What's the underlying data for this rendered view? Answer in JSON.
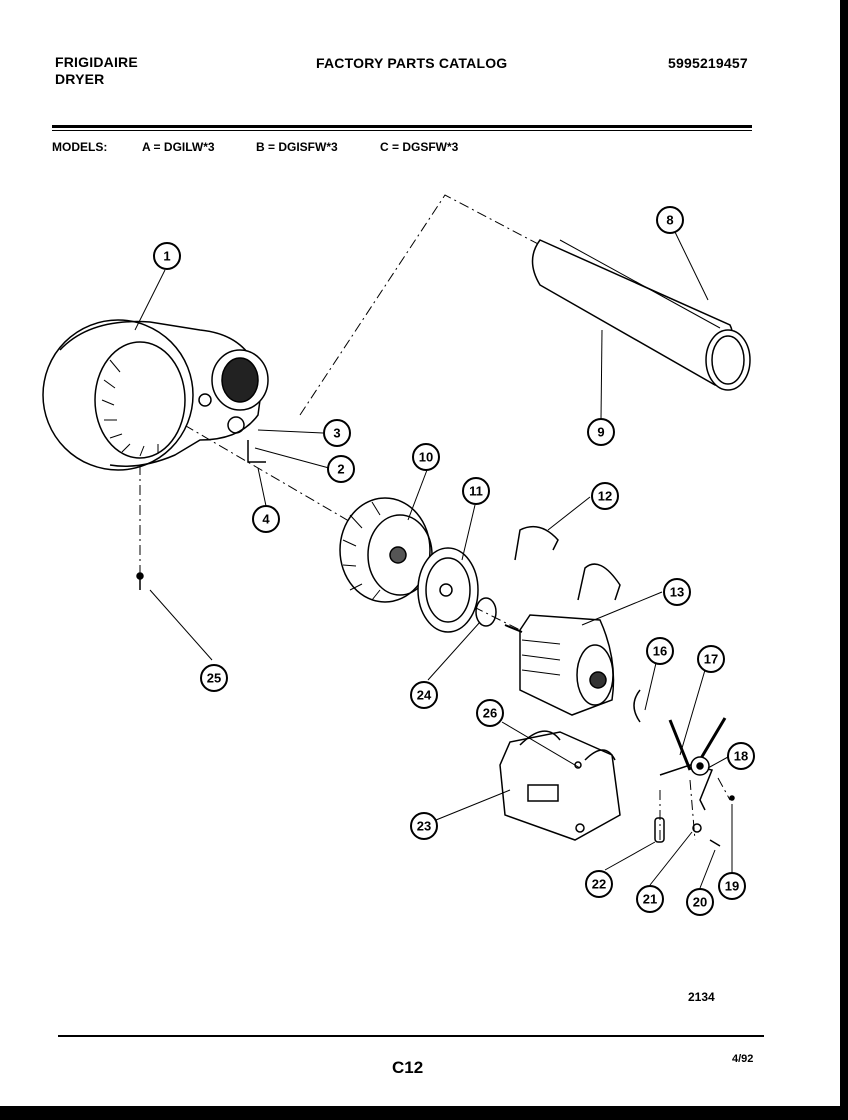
{
  "header": {
    "brand_line1": "FRIGIDAIRE",
    "brand_line2": "DRYER",
    "catalog_title": "FACTORY PARTS CATALOG",
    "catalog_number": "5995219457"
  },
  "models": {
    "label": "MODELS:",
    "a": "A = DGILW*3",
    "b": "B = DGISFW*3",
    "c": "C = DGSFW*3"
  },
  "callouts": [
    "1",
    "2",
    "3",
    "4",
    "8",
    "9",
    "10",
    "11",
    "12",
    "13",
    "16",
    "17",
    "18",
    "19",
    "20",
    "21",
    "22",
    "23",
    "24",
    "25",
    "26"
  ],
  "footer": {
    "diagram_code": "2134",
    "page_id": "C12",
    "date": "4/92"
  }
}
